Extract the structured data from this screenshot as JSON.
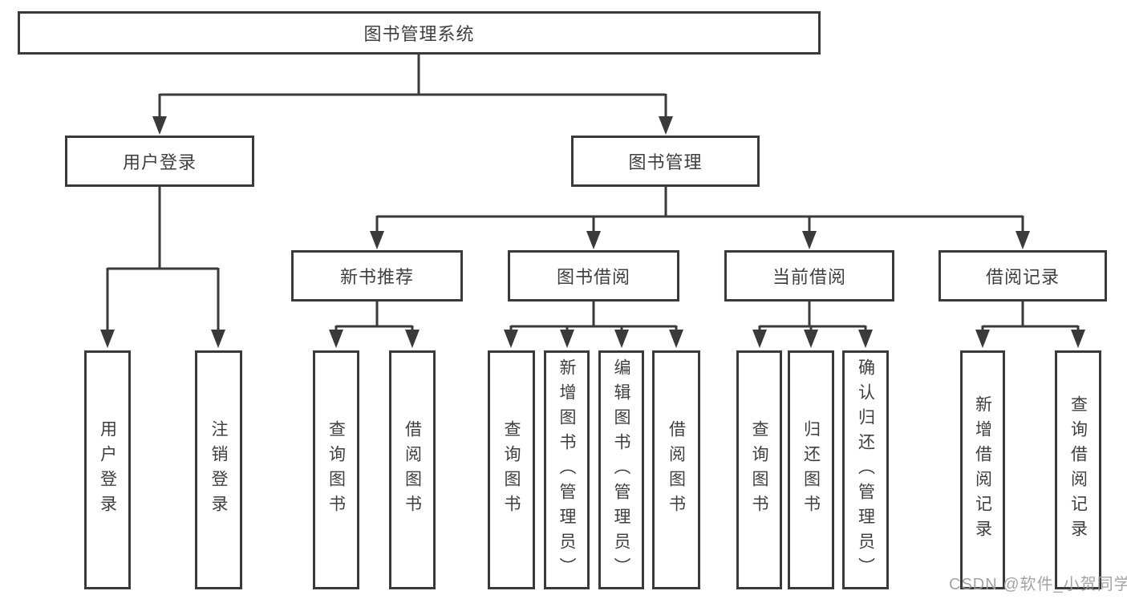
{
  "colors": {
    "line": "#3a3a3a",
    "text": "#3f3f3f",
    "boxbg": "#ffffff",
    "watermark": "#9c9c9c",
    "pagebg": "#ffffff"
  },
  "watermark": "CSDN @软件_小贺同学",
  "tree": {
    "label": "图书管理系统",
    "children": [
      {
        "label": "用户登录",
        "children": [
          {
            "label": "用户登录"
          },
          {
            "label": "注销登录"
          }
        ]
      },
      {
        "label": "图书管理",
        "children": [
          {
            "label": "新书推荐",
            "children": [
              {
                "label": "查询图书"
              },
              {
                "label": "借阅图书"
              }
            ]
          },
          {
            "label": "图书借阅",
            "children": [
              {
                "label": "查询图书"
              },
              {
                "label": "新增图书（管理员）"
              },
              {
                "label": "编辑图书（管理员）"
              },
              {
                "label": "借阅图书"
              }
            ]
          },
          {
            "label": "当前借阅",
            "children": [
              {
                "label": "查询图书"
              },
              {
                "label": "归还图书"
              },
              {
                "label": "确认归还（管理员）"
              }
            ]
          },
          {
            "label": "借阅记录",
            "children": [
              {
                "label": "新增借阅记录"
              },
              {
                "label": "查询借阅记录"
              }
            ]
          }
        ]
      }
    ]
  }
}
